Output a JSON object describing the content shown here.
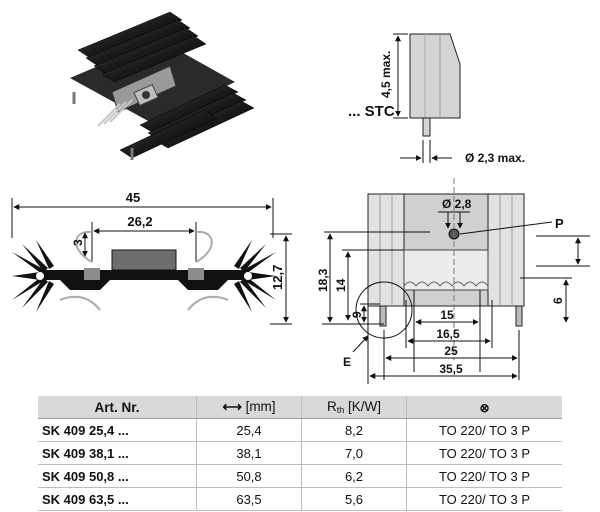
{
  "photo": {
    "name": "heatsink-photo"
  },
  "stc": {
    "label": "... STC",
    "height_dim": "4,5 max.",
    "pin_dim": "Ø 2,3 max."
  },
  "front_view": {
    "width_outer": "45",
    "width_inner": "26,2",
    "dim_left": "3",
    "dim_height": "12,7"
  },
  "side_view": {
    "hole_dim": "Ø 2,8",
    "label_p": "P",
    "label_e": "E",
    "dim_18_3": "18,3",
    "dim_14": "14",
    "dim_9": "9",
    "dim_6": "6",
    "dim_15": "15",
    "dim_16_5": "16,5",
    "dim_25": "25",
    "dim_35_5": "35,5"
  },
  "table": {
    "headers": {
      "art": "Art. Nr.",
      "length_unit": "[mm]",
      "rth_label": "R",
      "rth_sub": "th",
      "rth_unit": "[K/W]"
    },
    "rows": [
      {
        "art": "SK 409 25,4 ...",
        "length": "25,4",
        "rth": "8,2",
        "package": "TO 220/ TO 3 P"
      },
      {
        "art": "SK 409 38,1 ...",
        "length": "38,1",
        "rth": "7,0",
        "package": "TO 220/ TO 3 P"
      },
      {
        "art": "SK 409 50,8 ...",
        "length": "50,8",
        "rth": "6,2",
        "package": "TO 220/ TO 3 P"
      },
      {
        "art": "SK 409 63,5 ...",
        "length": "63,5",
        "rth": "5,6",
        "package": "TO 220/ TO 3 P"
      }
    ]
  }
}
